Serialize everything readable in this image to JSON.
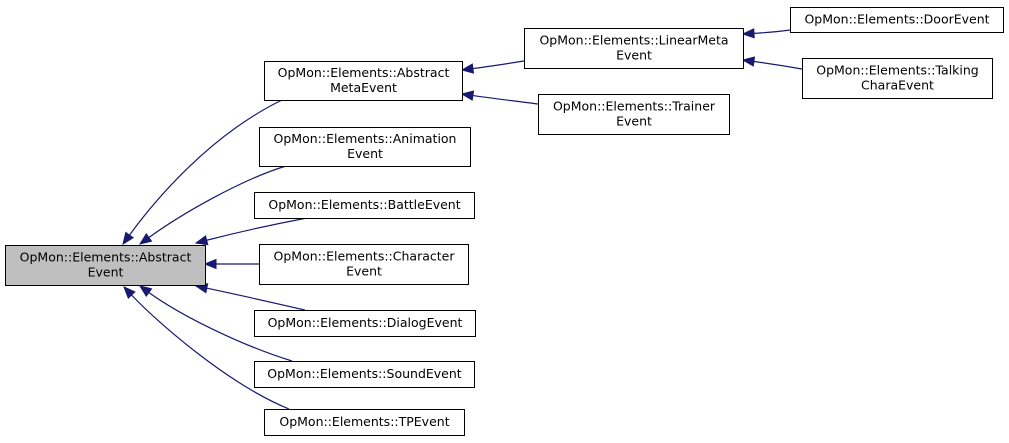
{
  "colors": {
    "root_fill": "#bfbfbf",
    "node_fill": "#ffffff",
    "node_border": "#000000",
    "edge": "#191970"
  },
  "nodes": {
    "abstract_event": [
      "OpMon::Elements::Abstract",
      "Event"
    ],
    "abstract_meta_event": [
      "OpMon::Elements::Abstract",
      "MetaEvent"
    ],
    "animation_event": [
      "OpMon::Elements::Animation",
      "Event"
    ],
    "battle_event": [
      "OpMon::Elements::BattleEvent"
    ],
    "character_event": [
      "OpMon::Elements::Character",
      "Event"
    ],
    "dialog_event": [
      "OpMon::Elements::DialogEvent"
    ],
    "sound_event": [
      "OpMon::Elements::SoundEvent"
    ],
    "tp_event": [
      "OpMon::Elements::TPEvent"
    ],
    "linear_meta_event": [
      "OpMon::Elements::LinearMeta",
      "Event"
    ],
    "trainer_event": [
      "OpMon::Elements::Trainer",
      "Event"
    ],
    "door_event": [
      "OpMon::Elements::DoorEvent"
    ],
    "talking_chara_event": [
      "OpMon::Elements::Talking",
      "CharaEvent"
    ]
  },
  "edges": [
    {
      "from": "abstract_meta_event",
      "to": "abstract_event"
    },
    {
      "from": "animation_event",
      "to": "abstract_event"
    },
    {
      "from": "battle_event",
      "to": "abstract_event"
    },
    {
      "from": "character_event",
      "to": "abstract_event"
    },
    {
      "from": "dialog_event",
      "to": "abstract_event"
    },
    {
      "from": "sound_event",
      "to": "abstract_event"
    },
    {
      "from": "tp_event",
      "to": "abstract_event"
    },
    {
      "from": "linear_meta_event",
      "to": "abstract_meta_event"
    },
    {
      "from": "trainer_event",
      "to": "abstract_meta_event"
    },
    {
      "from": "door_event",
      "to": "linear_meta_event"
    },
    {
      "from": "talking_chara_event",
      "to": "linear_meta_event"
    }
  ]
}
